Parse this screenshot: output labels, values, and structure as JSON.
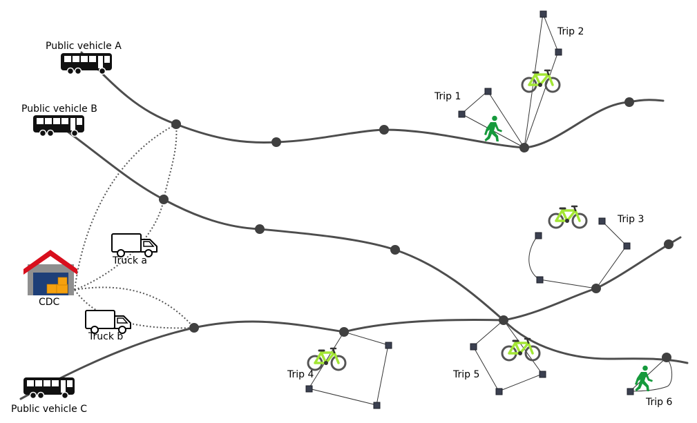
{
  "labels": {
    "public_vehicle_a": "Public vehicle A",
    "public_vehicle_b": "Public vehicle B",
    "public_vehicle_c": "Public vehicle C",
    "truck_a": "Truck a",
    "truck_b": "Truck b",
    "cdc": "CDC",
    "trip_1": "Trip 1",
    "trip_2": "Trip 2",
    "trip_3": "Trip 3",
    "trip_4": "Trip 4",
    "trip_5": "Trip 5",
    "trip_6": "Trip 6"
  },
  "colors": {
    "route": "#4d4d4d",
    "stop": "#404040",
    "customer": "#3b4050",
    "bike": "#a3e635",
    "walker": "#169a3c",
    "roof": "#d80f1d",
    "warehouse_wall": "#8f8f8f",
    "warehouse_door": "#1e3f78",
    "parcel": "#f5a10f"
  },
  "icons": {
    "bus": "bus-icon",
    "truck": "truck-icon",
    "bike": "bicycle-icon",
    "walker": "walking-person-icon",
    "warehouse": "warehouse-icon"
  }
}
